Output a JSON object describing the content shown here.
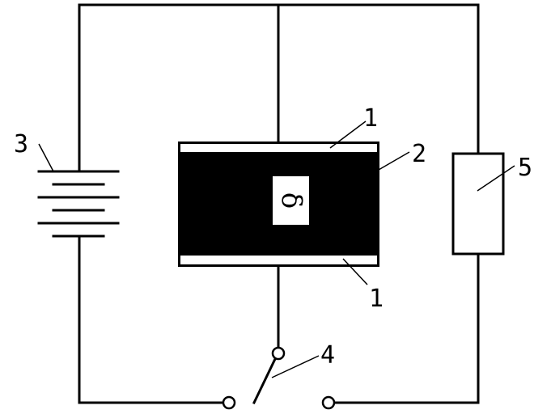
{
  "labels": {
    "electrode_top": "1",
    "electrode_bottom": "1",
    "dielectric": "2",
    "battery": "3",
    "switch": "4",
    "load": "5",
    "gap_symbol": "δ"
  },
  "colors": {
    "line": "#000000",
    "dielectric_fill": "#000000",
    "background": "#ffffff"
  }
}
